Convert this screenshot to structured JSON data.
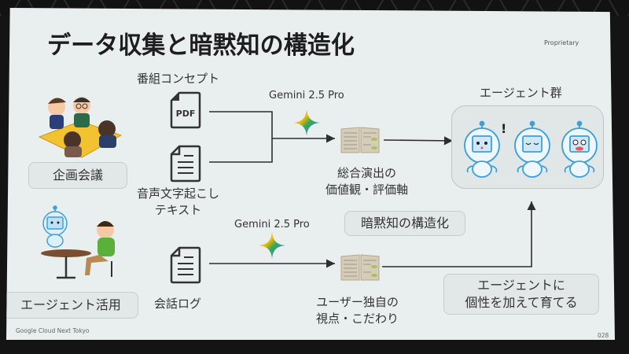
{
  "slide": {
    "title": "データ収集と暗黙知の構造化",
    "confidentiality": "Proprietary",
    "footer": "Google Cloud Next Tokyo",
    "page_number": "028"
  },
  "left": {
    "meeting_label": "企画会議",
    "agent_use_label": "エージェント活用"
  },
  "inputs": {
    "concept_label": "番組コンセプト",
    "pdf_icon_text": "PDF",
    "transcript_label_line1": "音声文字起こし",
    "transcript_label_line2": "テキスト",
    "chatlog_label": "会話ログ"
  },
  "models": {
    "top": "Gemini 2.5 Pro",
    "bottom": "Gemini 2.5 Pro"
  },
  "outputs": {
    "top_line1": "総合演出の",
    "top_line2": "価値観・評価軸",
    "bottom_line1": "ユーザー独自の",
    "bottom_line2": "視点・こだわり"
  },
  "badges": {
    "tacit": "暗黙知の構造化",
    "grow_line1": "エージェントに",
    "grow_line2": "個性を加えて育てる"
  },
  "agents": {
    "group_label": "エージェント群",
    "exclaim": "!"
  },
  "colors": {
    "robot_blue": "#3aa0dc",
    "slide_bg": "#e9eeee",
    "line": "#2e2e2e"
  }
}
